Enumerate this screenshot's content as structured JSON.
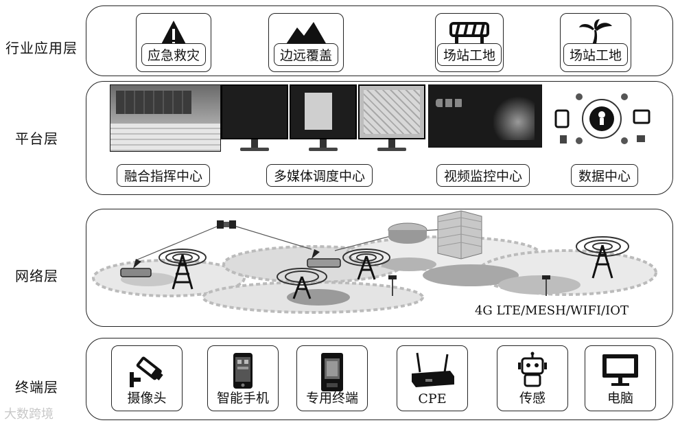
{
  "layers": {
    "application": {
      "label": "行业应用层",
      "items": [
        {
          "label": "应急救灾",
          "icon": "warning-icon"
        },
        {
          "label": "边远覆盖",
          "icon": "mountain-icon"
        },
        {
          "label": "场站工地",
          "icon": "barrier-icon"
        },
        {
          "label": "场站工地",
          "icon": "palm-island-icon"
        }
      ]
    },
    "platform": {
      "label": "平台层",
      "items": [
        {
          "label": "融合指挥中心"
        },
        {
          "label": "多媒体调度中心"
        },
        {
          "label": "视频监控中心"
        },
        {
          "label": "数据中心"
        }
      ]
    },
    "network": {
      "label": "网络层",
      "tech": "4G LTE/MESH/WIFI/IOT"
    },
    "terminal": {
      "label": "终端层",
      "items": [
        {
          "label": "摄像头",
          "icon": "camera-icon"
        },
        {
          "label": "智能手机",
          "icon": "smartphone-icon"
        },
        {
          "label": "专用终端",
          "icon": "handheld-terminal-icon"
        },
        {
          "label": "CPE",
          "icon": "router-icon"
        },
        {
          "label": "传感",
          "icon": "robot-sensor-icon"
        },
        {
          "label": "电脑",
          "icon": "monitor-icon"
        }
      ]
    }
  },
  "watermark": "大数跨境"
}
